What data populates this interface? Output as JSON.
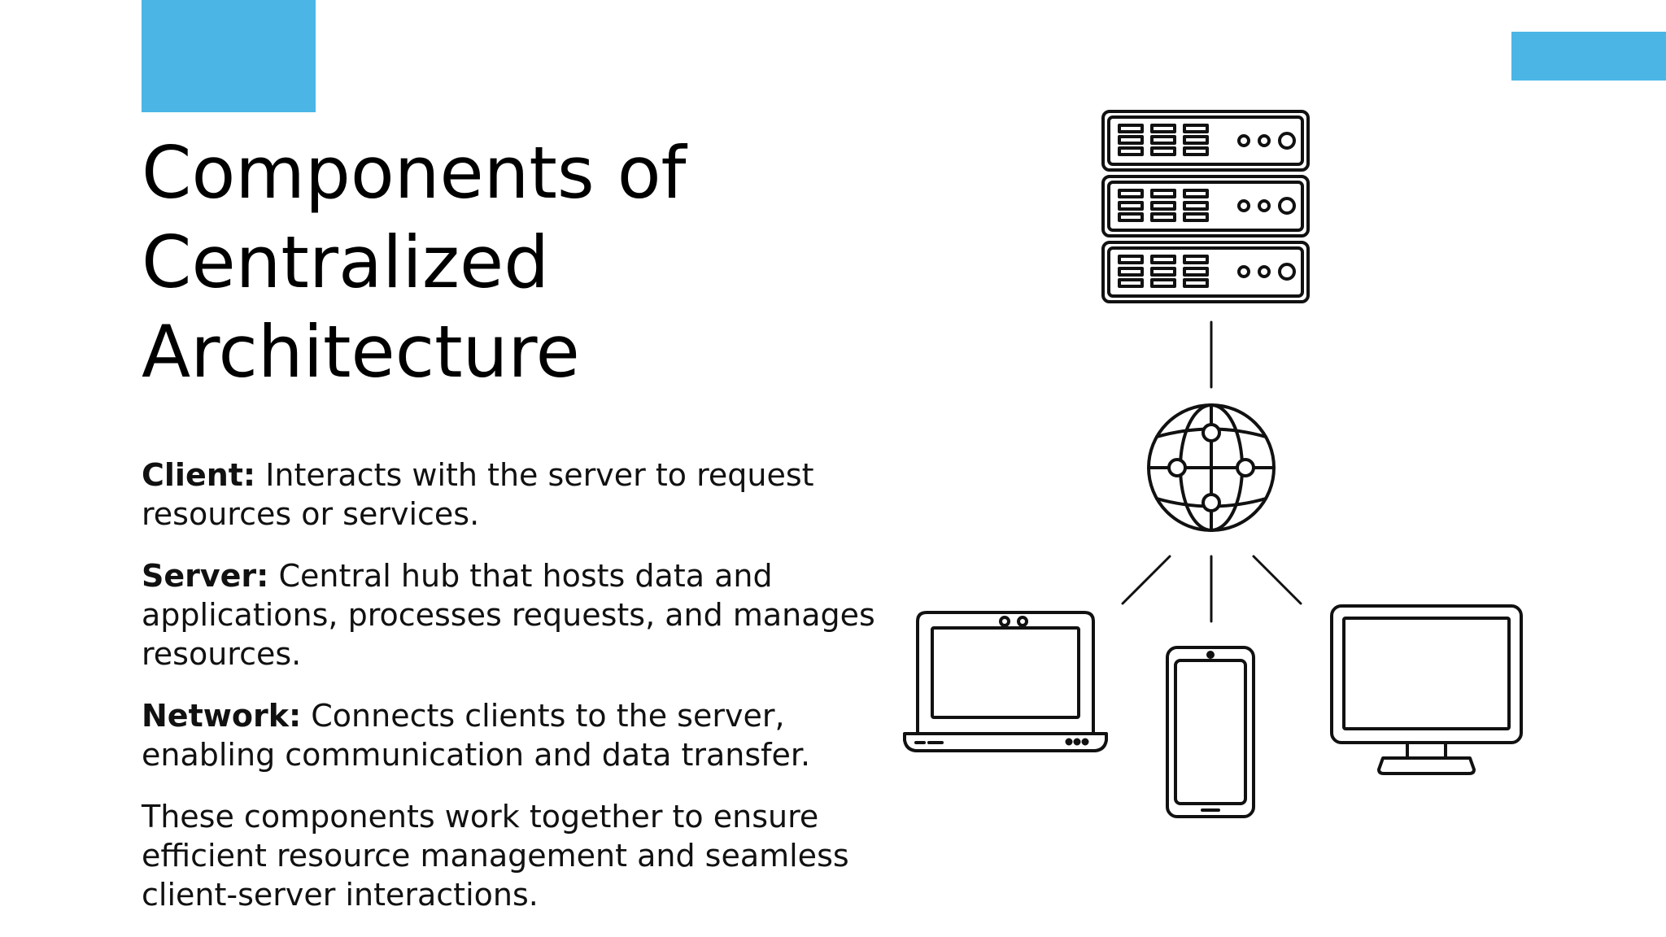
{
  "colors": {
    "accent": "#4bb6e6",
    "text": "#111111",
    "background": "#ffffff"
  },
  "slide": {
    "title_lines": [
      "Components of",
      "Centralized",
      "Architecture"
    ],
    "paragraphs": [
      {
        "label": "Client:",
        "lines": [
          "Interacts with the server to request",
          "resources or services."
        ]
      },
      {
        "label": "Server:",
        "lines": [
          "Central hub that hosts data and",
          "applications, processes requests, and manages",
          "resources."
        ]
      },
      {
        "label": "Network:",
        "lines": [
          "Connects clients to the server,",
          "enabling communication and data transfer."
        ]
      },
      {
        "label": "",
        "lines": [
          "These components work together to ensure",
          "efficient resource management and seamless",
          "client-server interactions."
        ]
      }
    ]
  },
  "diagram": {
    "icons": [
      "server-rack-icon",
      "globe-network-icon",
      "laptop-icon",
      "smartphone-icon",
      "desktop-monitor-icon"
    ]
  }
}
